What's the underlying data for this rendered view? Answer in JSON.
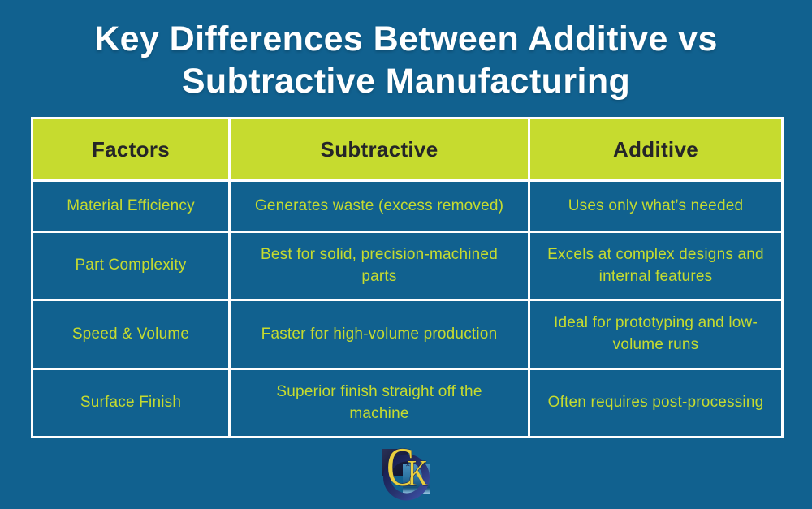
{
  "title": {
    "line1": "Key Differences Between Additive vs",
    "line2": "Subtractive Manufacturing"
  },
  "table": {
    "headers": [
      "Factors",
      "Subtractive",
      "Additive"
    ],
    "rows": [
      [
        "Material Efficiency",
        "Generates waste (excess removed)",
        "Uses only what’s needed"
      ],
      [
        "Part Complexity",
        "Best for solid, precision-machined parts",
        "Excels at complex designs and internal features"
      ],
      [
        "Speed & Volume",
        "Faster for high-volume production",
        "Ideal for prototyping and low-volume runs"
      ],
      [
        "Surface Finish",
        "Superior finish straight off the machine",
        "Often requires post-processing"
      ]
    ]
  },
  "logo": {
    "letter_c": "C",
    "letter_k": "K"
  },
  "theme": {
    "background_blue": "#11618F",
    "accent_green": "#C6DB2F",
    "header_text_color": "#252528",
    "border_white": "#FFFFFF",
    "title_white": "#FFFFFF",
    "logo_gold": "#E9CF3E",
    "logo_navy_square": "#1B2148",
    "logo_ring_blue": "#2F3F8F",
    "logo_light_blue_square": "#4B90BD"
  }
}
